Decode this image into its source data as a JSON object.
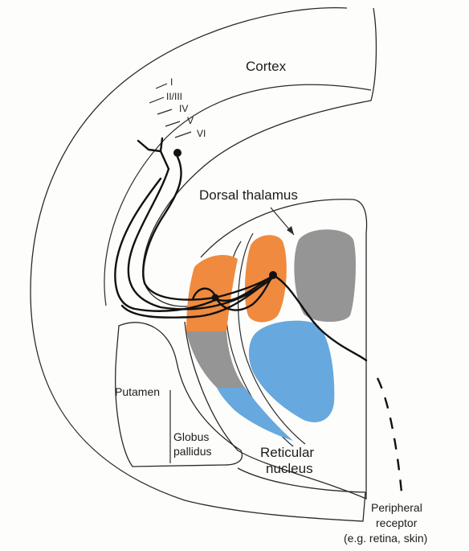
{
  "labels": {
    "cortex": "Cortex",
    "layer_i": "I",
    "layer_ii_iii": "II/III",
    "layer_iv": "IV",
    "layer_v": "V",
    "layer_vi": "VI",
    "dorsal_thalamus": "Dorsal thalamus",
    "putamen": "Putamen",
    "globus_line1": "Globus",
    "globus_line2": "pallidus",
    "reticular_line1": "Reticular",
    "reticular_line2": "nucleus",
    "peripheral_line1": "Peripheral",
    "peripheral_line2": "receptor",
    "peripheral_line3": "(e.g. retina, skin)"
  },
  "colors": {
    "orange": "#ef8a3e",
    "gray": "#959595",
    "blue": "#67a8df",
    "line": "#111111"
  }
}
